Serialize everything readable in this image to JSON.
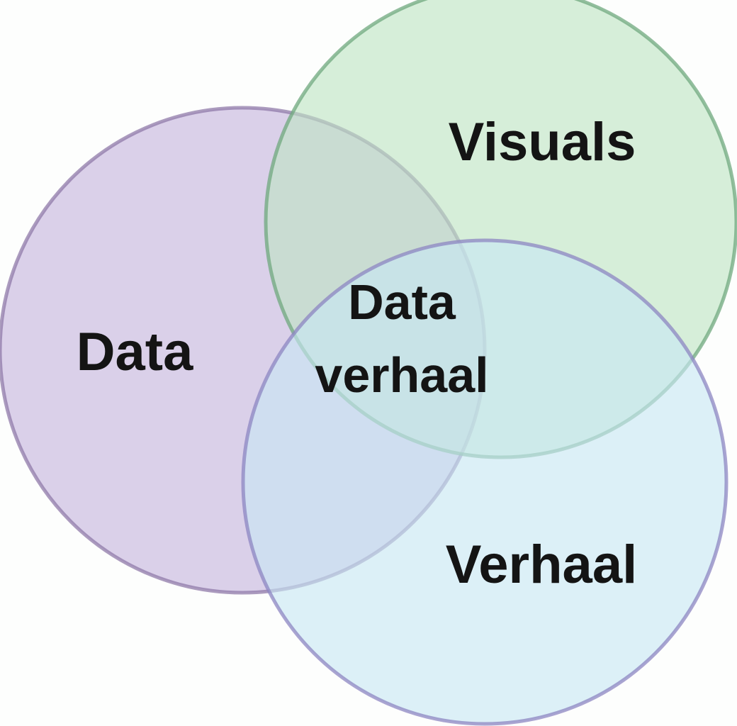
{
  "diagram": {
    "type": "venn",
    "background": "#fdfefd",
    "sets": [
      {
        "id": "data",
        "label": "Data",
        "fill": "#c5b3dd",
        "stroke": "#8f7aa8"
      },
      {
        "id": "visuals",
        "label": "Visuals",
        "fill": "#bfe3c4",
        "stroke": "#6fa87e"
      },
      {
        "id": "verhaal",
        "label": "Verhaal",
        "fill": "#c8e7f4",
        "stroke": "#8c86c2"
      }
    ],
    "intersection": {
      "label_line1": "Data",
      "label_line2": "verhaal"
    }
  }
}
